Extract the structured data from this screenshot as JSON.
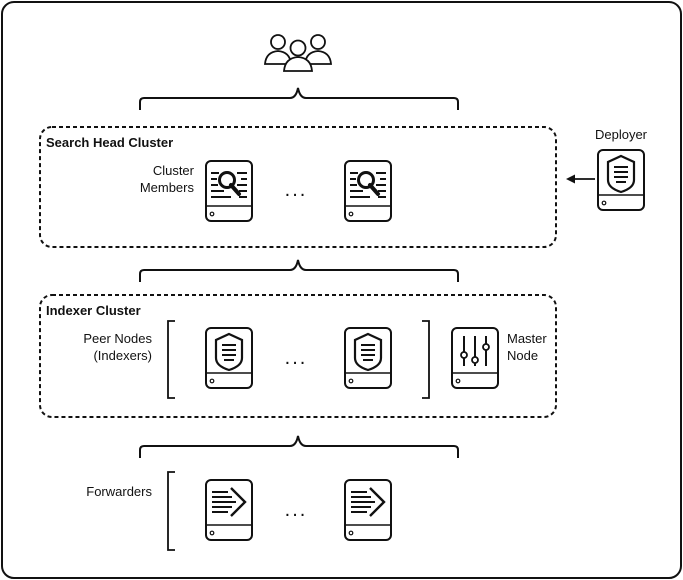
{
  "search_head_cluster": {
    "title": "Search Head Cluster",
    "members_label_line1": "Cluster",
    "members_label_line2": "Members",
    "ellipsis": "..."
  },
  "deployer": {
    "label": "Deployer"
  },
  "indexer_cluster": {
    "title": "Indexer Cluster",
    "peers_label_line1": "Peer Nodes",
    "peers_label_line2": "(Indexers)",
    "ellipsis": "...",
    "master_label_line1": "Master",
    "master_label_line2": "Node"
  },
  "forwarders": {
    "label": "Forwarders",
    "ellipsis": "..."
  },
  "icons": {
    "users": "users-icon",
    "search_server": "search-server-icon",
    "indexer_server": "indexer-server-icon",
    "master_server": "master-node-icon",
    "forwarder_server": "forwarder-server-icon"
  }
}
